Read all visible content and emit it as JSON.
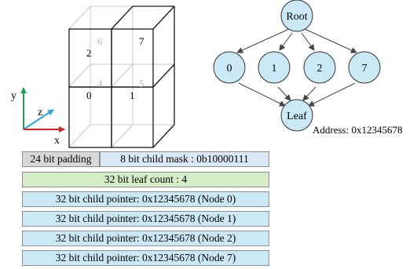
{
  "cube": {
    "octant_labels": [
      "6",
      "7",
      "2",
      "4",
      "5",
      "0",
      "1"
    ],
    "axes": {
      "y": "y",
      "z": "z",
      "x": "x"
    }
  },
  "tree": {
    "root": "Root",
    "children": [
      "0",
      "1",
      "2",
      "7"
    ],
    "leaf": "Leaf",
    "address": "Address: 0x12345678"
  },
  "layout": {
    "padding": "24 bit padding",
    "child_mask": "8 bit child mask : 0b10000111",
    "leaf_count": "32 bit leaf count : 4",
    "pointers": [
      "32 bit child pointer: 0x12345678  (Node 0)",
      "32 bit child pointer: 0x12345678  (Node 1)",
      "32 bit child pointer: 0x12345678  (Node 2)",
      "32 bit child pointer: 0x12345678  (Node 7)"
    ]
  },
  "colors": {
    "node_fill": "#cbe8f7",
    "axis_y": "#22a05a",
    "axis_z": "#2aa6de",
    "axis_x": "#d32424",
    "padding_fill": "#d8d8d8",
    "mask_fill": "#dbe8f7",
    "leaf_count_fill": "#d5ecc6",
    "pointer_fill": "#cbe8f7"
  }
}
